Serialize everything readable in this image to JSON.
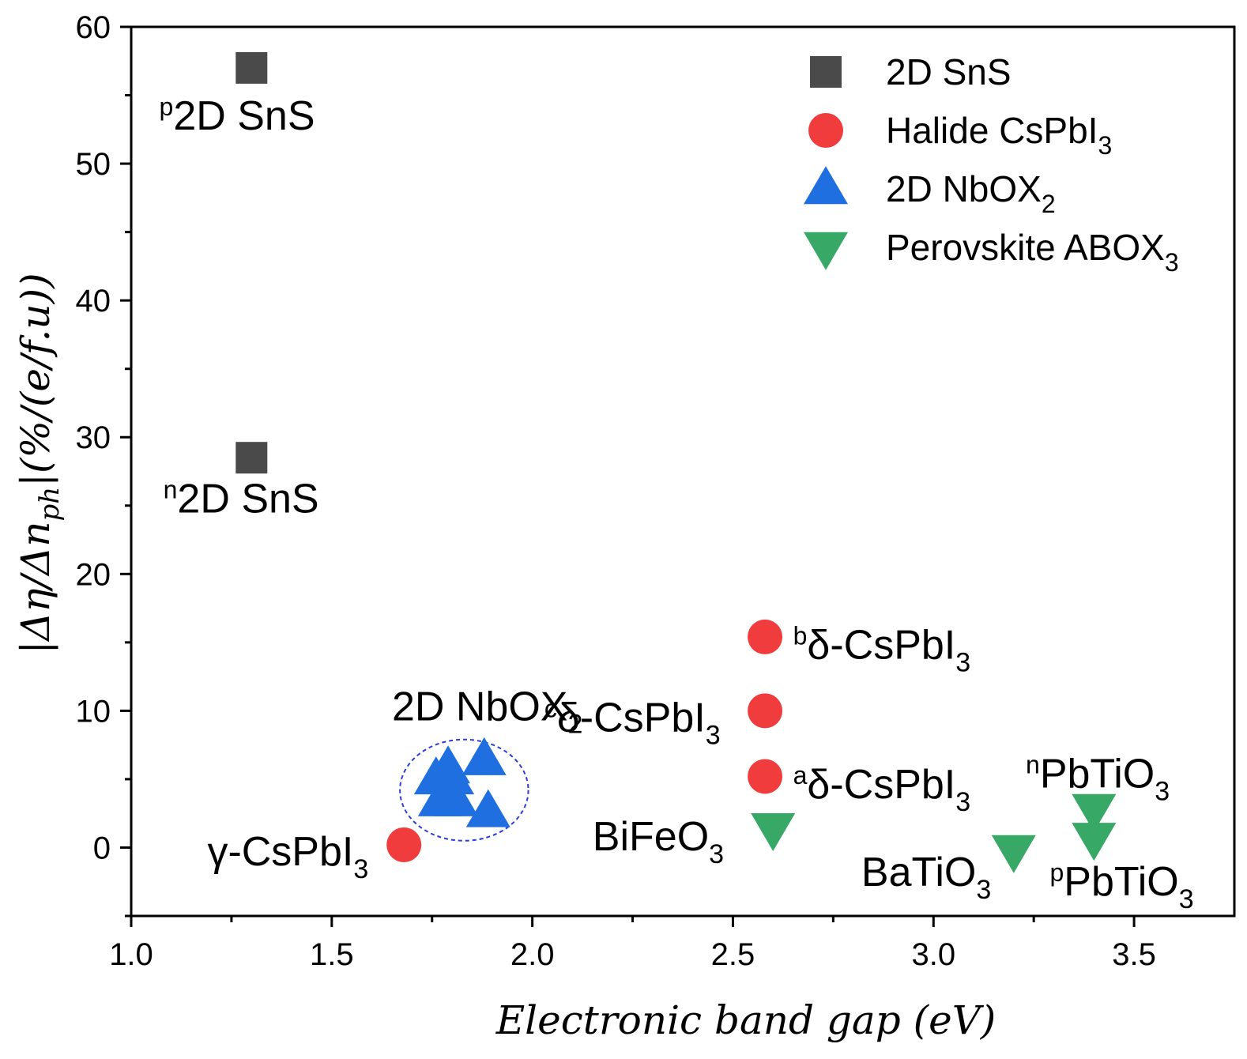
{
  "colors": {
    "sns": "#4a4a4a",
    "cspbi3": "#f03c3c",
    "nbox2": "#1f6fe0",
    "abox3": "#38a866",
    "ellipse": "#2a3cdc"
  },
  "chart_data": {
    "type": "scatter",
    "xlabel": "Electronic band gap (eV)",
    "ylabel": "|Δη/Δn_ph|(%/(e/f.u))",
    "xlim": [
      1.0,
      3.75
    ],
    "ylim": [
      -5,
      60
    ],
    "xticks": [
      "1.0",
      "1.5",
      "2.0",
      "2.5",
      "3.0",
      "3.5"
    ],
    "yticks": [
      "0",
      "10",
      "20",
      "30",
      "40",
      "50",
      "60"
    ],
    "grid": false,
    "legend_position": "top-right",
    "series": [
      {
        "name": "2D SnS",
        "marker": "square",
        "color_key": "sns",
        "points": [
          {
            "x": 1.3,
            "y": 57.0
          },
          {
            "x": 1.3,
            "y": 28.5
          }
        ]
      },
      {
        "name": "Halide CsPbI3",
        "marker": "circle",
        "color_key": "cspbi3",
        "points": [
          {
            "x": 1.68,
            "y": 0.2
          },
          {
            "x": 2.58,
            "y": 15.4
          },
          {
            "x": 2.58,
            "y": 10.0
          },
          {
            "x": 2.58,
            "y": 5.2
          }
        ]
      },
      {
        "name": "2D NbOX2",
        "marker": "triangle-up",
        "color_key": "nbox2",
        "points": [
          {
            "x": 1.76,
            "y": 5.0
          },
          {
            "x": 1.79,
            "y": 5.8
          },
          {
            "x": 1.8,
            "y": 5.0
          },
          {
            "x": 1.77,
            "y": 3.4
          },
          {
            "x": 1.79,
            "y": 4.0
          },
          {
            "x": 1.81,
            "y": 3.4
          },
          {
            "x": 1.88,
            "y": 6.4
          },
          {
            "x": 1.89,
            "y": 2.6
          }
        ]
      },
      {
        "name": "Perovskite ABOX3",
        "marker": "triangle-down",
        "color_key": "abox3",
        "points": [
          {
            "x": 2.6,
            "y": 1.4
          },
          {
            "x": 3.2,
            "y": -0.2
          },
          {
            "x": 3.4,
            "y": 2.8
          },
          {
            "x": 3.4,
            "y": 0.7
          }
        ]
      }
    ],
    "legend": [
      {
        "label": "2D SnS",
        "sub": ""
      },
      {
        "label": "Halide CsPbI",
        "sub": "3"
      },
      {
        "label": "2D NbOX",
        "sub": "2"
      },
      {
        "label": "Perovskite ABOX",
        "sub": "3"
      }
    ],
    "annotations": [
      {
        "id": "p-sns",
        "sup": "p",
        "text": "2D SnS",
        "sub": "",
        "x": 1.07,
        "y": 52.5
      },
      {
        "id": "n-sns",
        "sup": "n",
        "text": "2D SnS",
        "sub": "",
        "x": 1.08,
        "y": 24.5
      },
      {
        "id": "nbox2",
        "sup": "",
        "text": "2D NbOX",
        "sub": "2",
        "x": 1.65,
        "y": 9.3
      },
      {
        "id": "gamma",
        "sup": "",
        "text": "γ-CsPbI",
        "sub": "3",
        "x": 1.19,
        "y": -1.3
      },
      {
        "id": "b-delta",
        "sup": "b",
        "text": "δ-CsPbI",
        "sub": "3",
        "x": 2.65,
        "y": 13.8
      },
      {
        "id": "c-delta",
        "sup": "c",
        "text": "δ-CsPbI",
        "sub": "3",
        "x": 2.03,
        "y": 8.5
      },
      {
        "id": "a-delta",
        "sup": "a",
        "text": "δ-CsPbI",
        "sub": "3",
        "x": 2.65,
        "y": 3.6
      },
      {
        "id": "bifeo3",
        "sup": "",
        "text": "BiFeO",
        "sub": "3",
        "x": 2.15,
        "y": -0.2
      },
      {
        "id": "batio3",
        "sup": "",
        "text": "BaTiO",
        "sub": "3",
        "x": 2.82,
        "y": -2.8
      },
      {
        "id": "n-pbtio3",
        "sup": "n",
        "text": "PbTiO",
        "sub": "3",
        "x": 3.23,
        "y": 4.4
      },
      {
        "id": "p-pbtio3",
        "sup": "p",
        "text": "PbTiO",
        "sub": "3",
        "x": 3.29,
        "y": -3.5
      }
    ],
    "highlight_ellipse": {
      "cx": 1.83,
      "cy": 4.2,
      "rx": 0.16,
      "ry": 3.7
    }
  }
}
